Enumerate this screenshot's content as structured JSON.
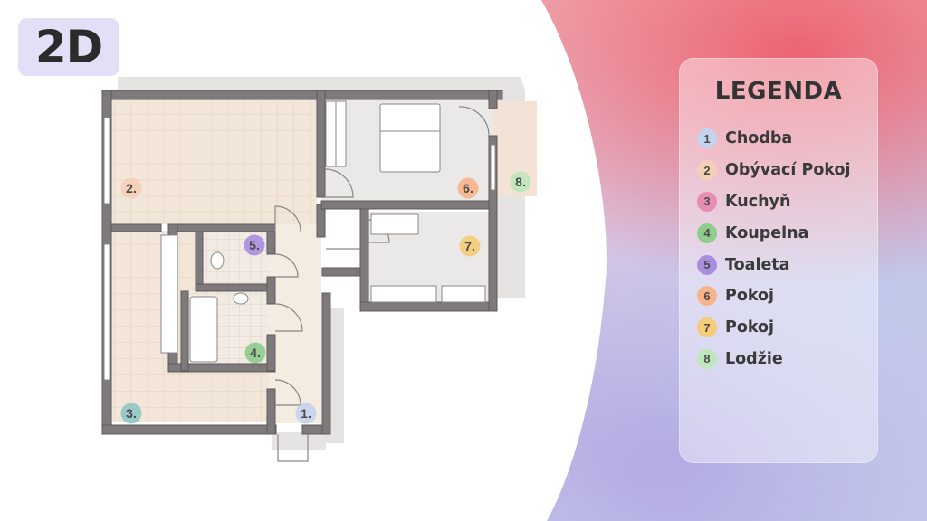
{
  "badge": {
    "label": "2D"
  },
  "legend": {
    "title": "LEGENDA",
    "items": [
      {
        "number": "1",
        "name": "Chodba",
        "color": "#c4d4ef"
      },
      {
        "number": "2",
        "name": "Obývací Pokoj",
        "color": "#f6cfb8"
      },
      {
        "number": "3",
        "name": "Kuchyň",
        "color": "#e78db3"
      },
      {
        "number": "4",
        "name": "Koupelna",
        "color": "#8fcc8e"
      },
      {
        "number": "5",
        "name": "Toaleta",
        "color": "#a98ede"
      },
      {
        "number": "6",
        "name": "Pokoj",
        "color": "#f7b48a"
      },
      {
        "number": "7",
        "name": "Pokoj",
        "color": "#f6cc76"
      },
      {
        "number": "8",
        "name": "Lodžie",
        "color": "#bfe7bb"
      }
    ]
  },
  "plan": {
    "room_markers": [
      {
        "label": "1.",
        "color": "#c4d4ef"
      },
      {
        "label": "2.",
        "color": "#f6cfb8"
      },
      {
        "label": "3.",
        "color": "#8fc7c4"
      },
      {
        "label": "4.",
        "color": "#8fcc8e"
      },
      {
        "label": "5.",
        "color": "#a98ede"
      },
      {
        "label": "6.",
        "color": "#f7b48a"
      },
      {
        "label": "7.",
        "color": "#f6cc76"
      },
      {
        "label": "8.",
        "color": "#bfe7bb"
      }
    ]
  }
}
